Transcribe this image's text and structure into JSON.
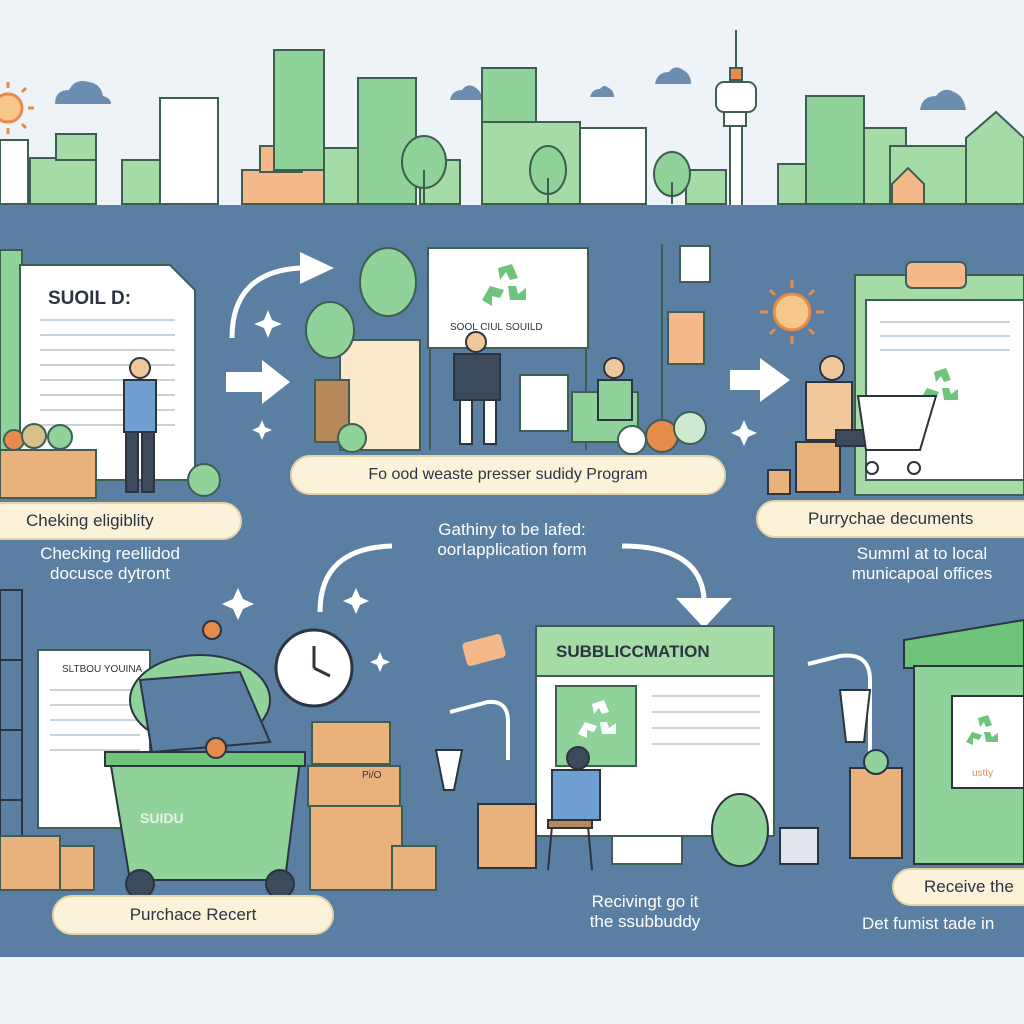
{
  "doc_heading": "SUOIL D:",
  "center_sign": "SOOL CIUL SOUILD",
  "program_title": "Fo  ood weaste presser sudidy Program",
  "steps": {
    "step1_label": "Cheking eligiblity",
    "step1_caption": "Checking reellidod\ndocusce dytront",
    "step2_caption": "Gathiny to be lafed:\noorIapplication form",
    "step3_label": "Purrychae decuments",
    "step3_caption": "Summl at to local\nmunicapoal offices",
    "step4_label": "Purchace Recert",
    "step5_title": "SUBBLICCMATION",
    "step5_caption": "Recivingt go it\nthe ssubbuddy",
    "step6_label": "Receive the",
    "step6_caption": "Det fumist tade in"
  },
  "bin_label": "SUIDU",
  "small_doc_heading": "SLTBOU YOUINA",
  "bin_sticker": "ustty",
  "box_label": "Pi/O",
  "colors": {
    "sky": "#eef3f7",
    "band": "#5b7fa3",
    "green": "#8fd39a",
    "dark_green": "#4e9b5d",
    "cardboard": "#e9b27d",
    "pill": "#fbf2d9"
  }
}
